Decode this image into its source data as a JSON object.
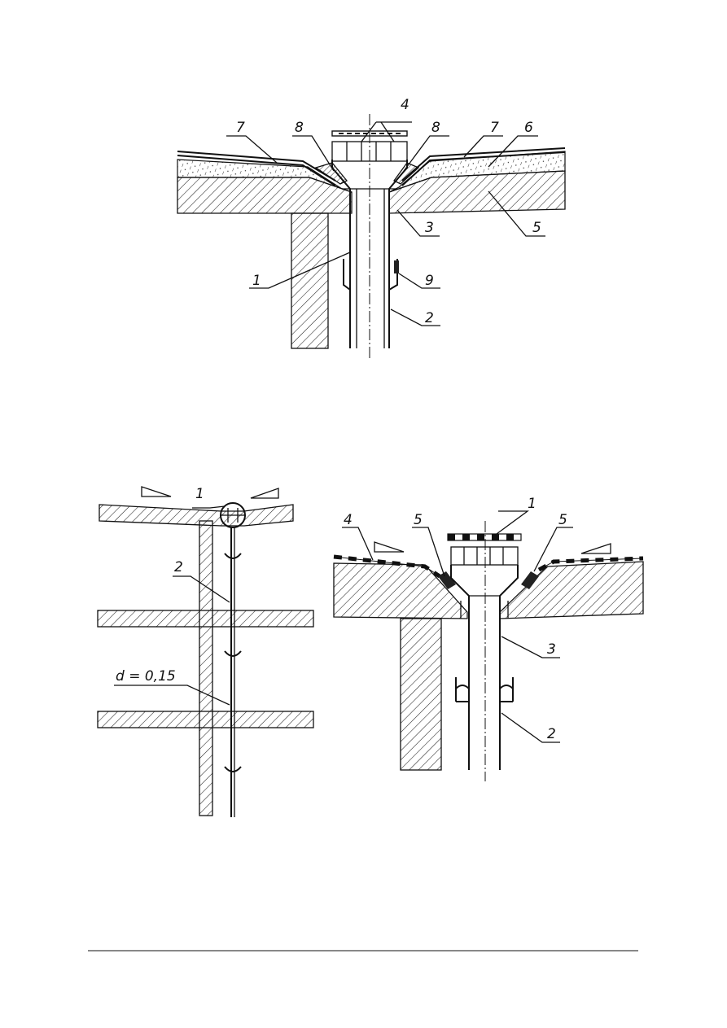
{
  "figure1": {
    "labels": {
      "l1": "1",
      "l2": "2",
      "l3": "3",
      "l4": "4",
      "l5": "5",
      "l6": "6",
      "l7a": "7",
      "l7b": "7",
      "l8a": "8",
      "l8b": "8",
      "l9": "9"
    }
  },
  "figure2": {
    "labels": {
      "l1": "1",
      "l2": "2",
      "d": "d = 0,15"
    }
  },
  "figure3": {
    "labels": {
      "l1": "1",
      "l2": "2",
      "l3": "3",
      "l4": "4",
      "l5a": "5",
      "l5b": "5"
    }
  }
}
